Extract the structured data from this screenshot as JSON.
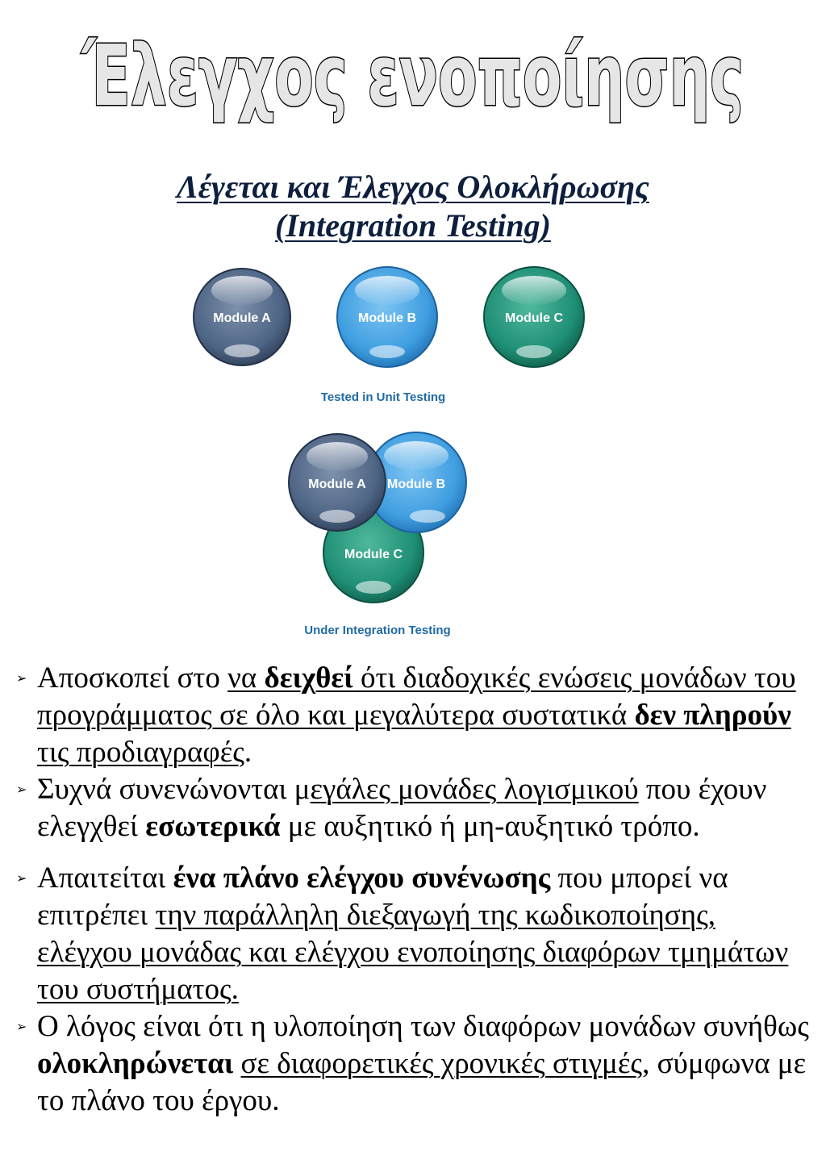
{
  "title": "Έλεγχος ενοποίησης",
  "subtitle": {
    "line1": "Λέγεται και Έλεγχος Ολοκλήρωσης",
    "line2": "(Integration Testing)"
  },
  "diagram": {
    "unit_modules": [
      "Module A",
      "Module B",
      "Module C"
    ],
    "unit_caption": "Tested in Unit Testing",
    "integration_modules": [
      "Module A",
      "Module B",
      "Module C"
    ],
    "integration_caption": "Under Integration Testing",
    "colors": {
      "module_a": "#4f6585",
      "module_b": "#3f9ee0",
      "module_c": "#1f8f75",
      "caption": "#1f6aa5"
    }
  },
  "bullet_icon": "arrowhead-bullet-icon",
  "bullets": [
    {
      "t1": "Αποσκοπεί στο ",
      "t2": "να ",
      "t3": "δειχθεί",
      "t4": " ότι διαδοχικές ενώσεις μονάδων του προγράμματος σε όλο και μεγαλύτερα συστατικά ",
      "t5": "δεν πληρούν",
      "t6": " τις προδιαγραφές",
      "t7": "."
    },
    {
      "t1": "Συχνά συνενώνονται μ",
      "t2": "εγάλες μονάδες λογισμικού",
      "t3": " που έχουν ελεγχθεί ",
      "t4": "εσωτερικά",
      "t5": " με αυξητικό ή μη-αυξητικό τρόπο."
    },
    {
      "t1": "Απαιτείται ",
      "t2": "ένα πλάνο ελέγχου συνένωσης",
      "t3": " που μπορεί να επιτρέπει ",
      "t4": "την παράλληλη διεξαγωγή της κωδικοποίησης, ελέγχου μονάδας και ελέγχου ενοποίησης διαφόρων τμημάτων του συστήματος."
    },
    {
      "t1": "Ο λόγος είναι ότι η υλοποίηση των διαφόρων μονάδων συνήθως ",
      "t2": "ολοκληρώνεται",
      "t3": " ",
      "t4": "σε διαφορετικές χρονικές στιγμές",
      "t5": ", σύμφωνα με το πλάνο του έργου."
    }
  ]
}
